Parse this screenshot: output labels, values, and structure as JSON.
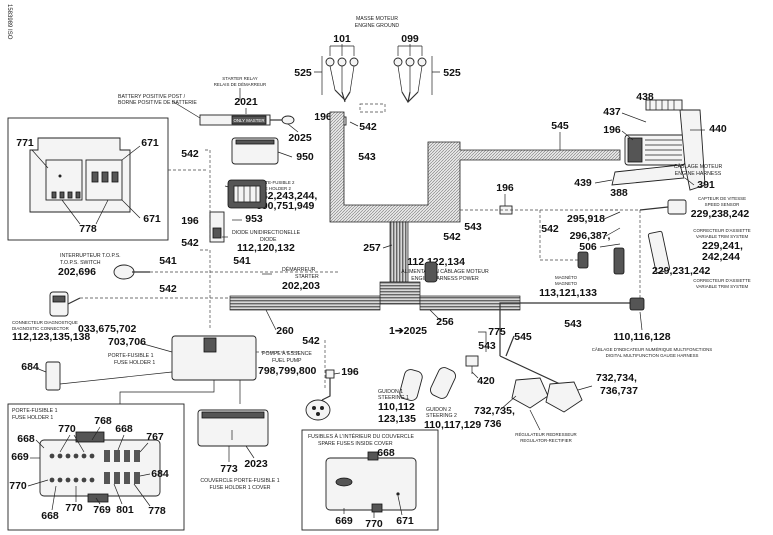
{
  "side_code": "1583989 ISO",
  "labels": {
    "l101": "101",
    "l099": "099",
    "l525a": "525",
    "l525b": "525",
    "l2021": "2021",
    "l196a": "196",
    "l542a": "542",
    "l2025": "2025",
    "l545a": "545",
    "l543a": "543",
    "l438": "438",
    "l437": "437",
    "l196b": "196",
    "l440": "440",
    "l439": "439",
    "l388": "388",
    "l391": "391",
    "l950": "950",
    "l542b": "542",
    "l771": "771",
    "l671a": "671",
    "l778a": "778",
    "l671b": "671",
    "l242": "242,243,244,",
    "l690": "690,751,949",
    "l953": "953",
    "l196c": "196",
    "l112": "112,120,132",
    "l542c": "542",
    "l202": "202,696",
    "l541a": "541",
    "l541b": "541",
    "l542d": "542",
    "l202b": "202,203",
    "l112b": "112,123,135,138",
    "l257": "257",
    "l196d": "196",
    "l543b": "543",
    "l542e": "542",
    "l295": "295,918",
    "l296": "296,387,",
    "l506": "506",
    "l229": "229,238,242",
    "l229b": "229,241,",
    "l242b": "242,244",
    "l112c": "112,122,134",
    "l113": "113,121,133",
    "l229c": "229,231,242",
    "l260": "260",
    "l256": "256",
    "l2025b": "1➔2025",
    "l543c": "543",
    "l033": "033,675,702",
    "l703": "703,706",
    "l542f": "542",
    "l775": "775",
    "l543d": "543",
    "l545b": "545",
    "l110": "110,116,128",
    "l684a": "684",
    "l798": "798,799,800",
    "l196e": "196",
    "l420": "420",
    "l732": "732,734,",
    "l736": "736,737",
    "l110b": "110,112",
    "l123": "123,135",
    "l110c": "110,117,129",
    "l732b": "732,735,",
    "l736b": "736",
    "l768": "768",
    "l770a": "770",
    "l668a": "668",
    "l669a": "669",
    "l767": "767",
    "l684b": "684",
    "l770b": "770",
    "l668b": "668",
    "l770c": "770",
    "l769": "769",
    "l801": "801",
    "l778b": "778",
    "l773": "773",
    "l2023": "2023",
    "l668c": "668",
    "l669b": "669",
    "l770d": "770",
    "l671c": "671"
  },
  "captions": {
    "engine_ground_fr": "MASSE MOTEUR",
    "engine_ground_en": "ENGINE GROUND",
    "starter_relay_en": "STARTER RELAY",
    "starter_relay_fr": "RELAIS DE DÉMARREUR",
    "battery_en": "BATTERY POSITIVE POST /",
    "battery_fr": "BORNE POSITIVE DE BATTERIE",
    "fuse2_fr": "PORTE-FUSIBLE 2",
    "fuse2_en": "FUSE HOLDER 2",
    "harness_fr": "CÂBLAGE MOTEUR",
    "harness_en": "ENGINE HARNESS",
    "speed_fr": "CAPTEUR DE VITESSE",
    "speed_en": "SPEED SENSOR",
    "trim_fr": "CORRECTEUR D'ASSIETTE",
    "trim_en": "VARIABLE TRIM SYSTEM",
    "trim2_fr": "CORRECTEUR D'ASSIETTE",
    "trim2_en": "VARIABLE TRIM SYSTEM",
    "diode_fr": "DIODE UNIDIRECTIONELLE",
    "diode_en": "DIODE",
    "tops_fr": "INTERRUPTEUR T.O.P.S.",
    "tops_en": "T.O.P.S. SWITCH",
    "starter_fr": "DÉMARREUR",
    "starter_en": "STARTER",
    "power_fr": "ALIMENTATION CÂBLAGE MOTEUR",
    "power_en": "ENGINE HARNESS POWER",
    "magneto_fr": "MAGNÉTO",
    "magneto_en": "MAGNETO",
    "diag_fr": "CONNECTEUR DIAGNOSTIQUE",
    "diag_en": "DIAGNOSTIC CONNECTOR",
    "fuse1_fr": "PORTE-FUSIBLE 1",
    "fuse1_en": "FUSE HOLDER 1",
    "gauge_fr": "CÂBLAGE D'INDICATEUR NUMÉRIQUE MULTIFONCTIONS",
    "gauge_en": "DIGITAL MULTIFUNCTION GAUGE HARNESS",
    "pump_fr": "POMPE À ESSENCE",
    "pump_en": "FUEL PUMP",
    "steer1_fr": "GUIDON 1",
    "steer1_en": "STEERING 1",
    "steer2_fr": "GUIDON 2",
    "steer2_en": "STEERING 2",
    "reg_fr": "RÉGULATEUR REDRESSEUR",
    "reg_en": "REGULATOR-RECTIFIER",
    "fh1box_fr": "PORTE-FUSIBLE 1",
    "fh1box_en": "FUSE HOLDER 1",
    "cover_fr": "COUVERCLE PORTE-FUSIBLE 1",
    "cover_en": "FUSE HOLDER 1 COVER",
    "spare_fr": "FUSIBLES À L'INTÉRIEUR DU COUVERCLE",
    "spare_en": "SPARE FUSES INSIDE COVER",
    "relay_tag": "ONLY MASTER"
  }
}
